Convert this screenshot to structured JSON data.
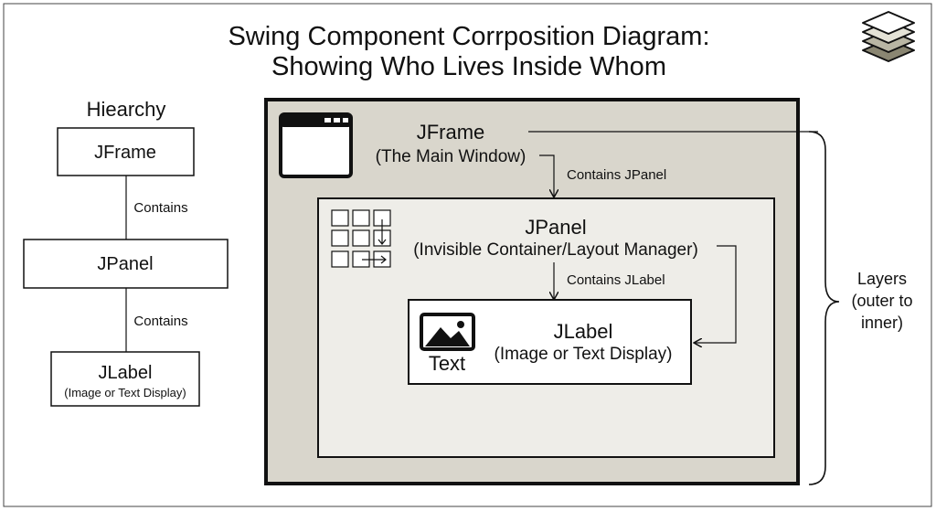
{
  "title": {
    "line1": "Swing Component Corrposition Diagram:",
    "line2": "Showing Who Lives Inside Whom"
  },
  "hierarchy": {
    "title": "Hiearchy",
    "nodes": [
      {
        "label": "JFrame"
      },
      {
        "label": "JPanel"
      },
      {
        "label": "JLabel",
        "sublabel": "(Image or Text Display)"
      }
    ],
    "edges": [
      {
        "label": "Contains"
      },
      {
        "label": "Contains"
      }
    ]
  },
  "nested": {
    "jframe": {
      "title": "JFrame",
      "subtitle": "(The Main Window)",
      "arrow_label": "Contains JPanel"
    },
    "jpanel": {
      "title": "JPanel",
      "subtitle": "(Invisible Container/Layout Manager)",
      "arrow_label": "Contains JLabel"
    },
    "jlabel": {
      "title": "JLabel",
      "subtitle": "(Image or Text Display)",
      "icon_text": "Text"
    }
  },
  "layers": {
    "line1": "Layers",
    "line2": "(outer to",
    "line3": "inner)"
  },
  "colors": {
    "frame_fill": "#d9d6cc",
    "panel_fill": "#eeede8",
    "label_fill": "#ffffff",
    "stroke": "#111111",
    "stack_light": "#e4e2d6",
    "stack_mid": "#b9b6a4",
    "stack_dark": "#8a8672"
  },
  "icons": [
    "layers-stack-icon",
    "window-icon",
    "grid-layout-icon",
    "image-icon"
  ]
}
